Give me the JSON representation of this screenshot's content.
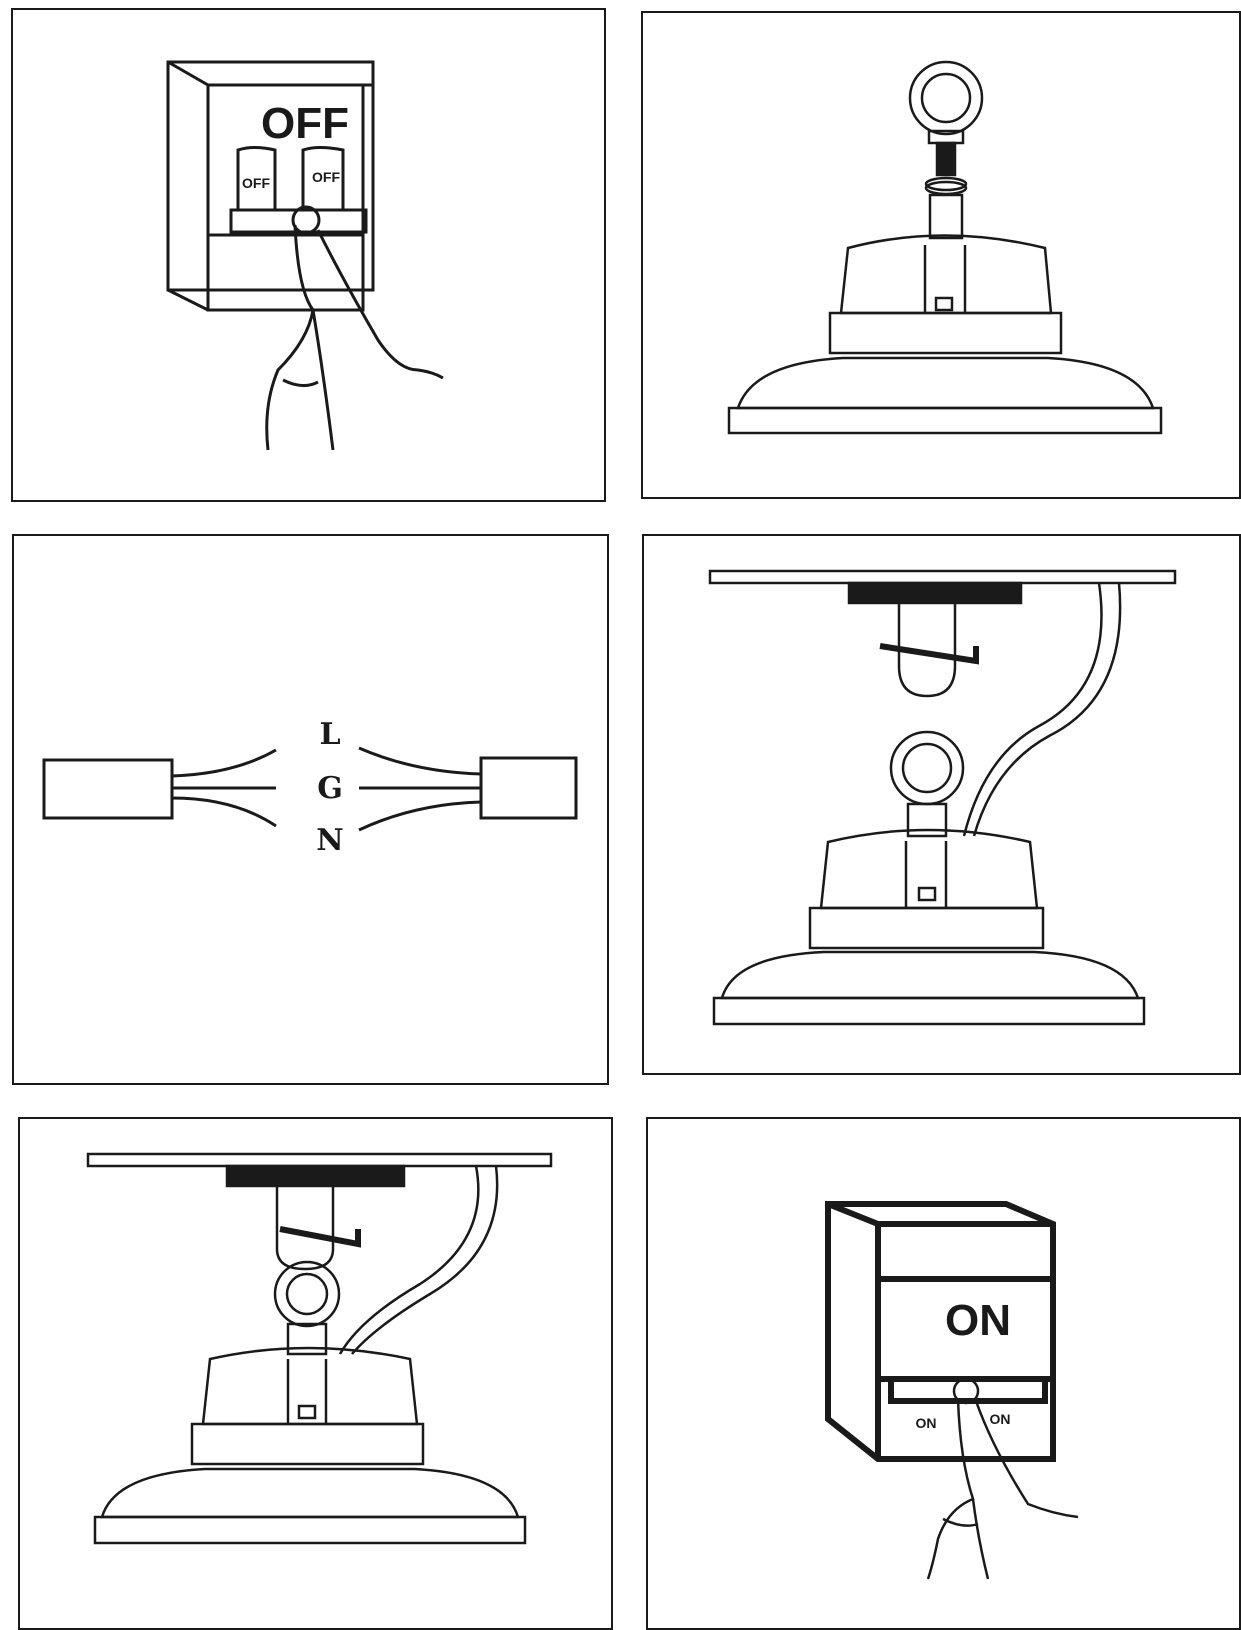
{
  "panels": [
    {
      "id": "switch-off",
      "switch_label": "OFF",
      "lever_left_label": "OFF",
      "lever_right_label": "OFF"
    },
    {
      "id": "assemble-eyebolt"
    },
    {
      "id": "connect-wires",
      "wire_labels": [
        "L",
        "G",
        "N"
      ]
    },
    {
      "id": "hang-fixture"
    },
    {
      "id": "hooked-fixture"
    },
    {
      "id": "switch-on",
      "switch_label": "ON",
      "lever_left_label": "ON",
      "lever_right_label": "ON"
    }
  ],
  "colors": {
    "line": "#1a1a1a",
    "background": "#ffffff"
  },
  "icons": [
    "breaker-switch-icon",
    "hand-icon",
    "eye-bolt-icon",
    "high-bay-light-icon",
    "connector-block-icon",
    "ceiling-mount-icon",
    "u-hook-icon"
  ]
}
